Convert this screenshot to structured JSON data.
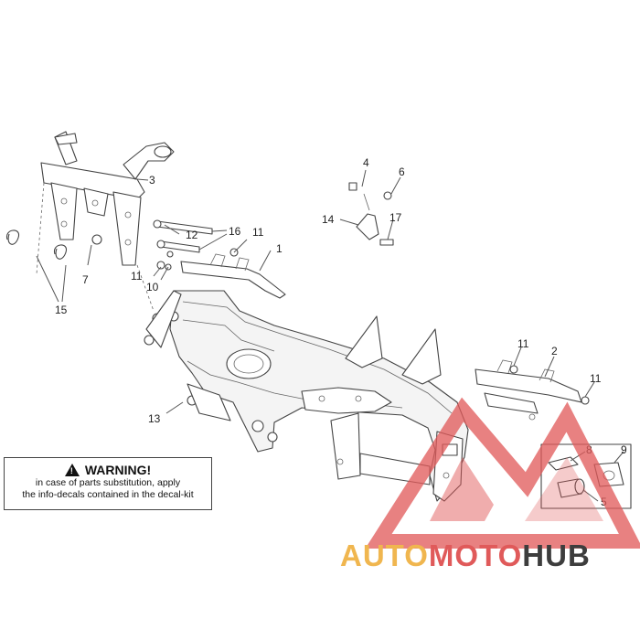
{
  "callouts": [
    "1",
    "2",
    "3",
    "4",
    "5",
    "6",
    "7",
    "8",
    "9",
    "10",
    "11",
    "12",
    "13",
    "14",
    "15",
    "16",
    "17"
  ],
  "labels": {
    "c1": "1",
    "c2": "2",
    "c3": "3",
    "c4": "4",
    "c5": "5",
    "c6": "6",
    "c7": "7",
    "c8": "8",
    "c9": "9",
    "c10": "10",
    "c11a": "11",
    "c11b": "11",
    "c11c": "11",
    "c11d": "11",
    "c12": "12",
    "c13": "13",
    "c14": "14",
    "c15": "15",
    "c16": "16",
    "c17": "17"
  },
  "warning": {
    "title": "WARNING!",
    "line1": "in case of parts substitution, apply",
    "line2": "the info-decals contained in the decal-kit"
  },
  "watermark": {
    "word1": "AUTO",
    "word2": "MOTO",
    "word3": "HUB"
  },
  "colors": {
    "logo_red": "#e05a5a",
    "logo_orange": "#f0b64f",
    "logo_dark": "#3d3d3d"
  }
}
